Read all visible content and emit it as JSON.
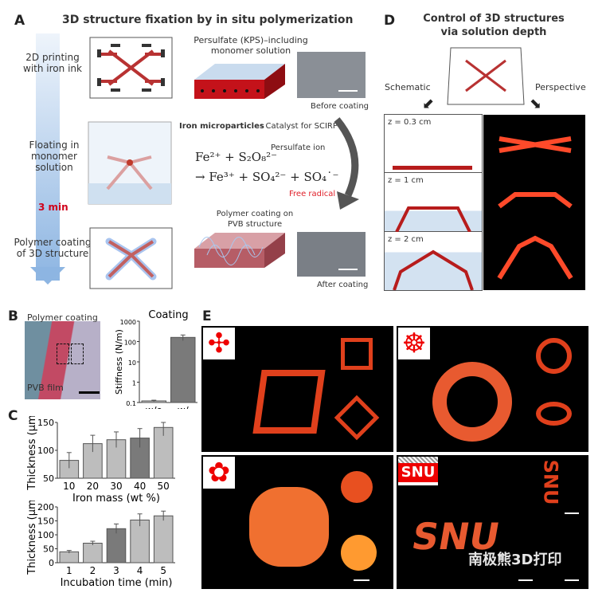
{
  "panelA": {
    "label": "A",
    "title": "3D structure fixation by in situ polymerization",
    "steps": [
      "2D printing with iron ink",
      "Floating in monomer solution",
      "Polymer coating of 3D structure"
    ],
    "time": "3 min",
    "solution_label": "Persulfate (KPS)–including monomer solution",
    "iron_label": "Iron microparticles",
    "iron_desc": ": Catalyst for SCIRP",
    "persulfate_ion": "Persulfate ion",
    "eq1": "Fe²⁺ + S₂O₈²⁻",
    "eq2": "→ Fe³⁺ + SO₄²⁻ + SO₄˙⁻",
    "free_radical": "Free radical",
    "coating_label": "Polymer coating on PVB structure",
    "before": "Before coating",
    "after": "After coating"
  },
  "panelD": {
    "label": "D",
    "title1": "Control of 3D structures",
    "title2": "via solution depth",
    "schematic": "Schematic",
    "perspective": "Perspective",
    "rows": [
      "z = 0.3 cm",
      "z = 1 cm",
      "z = 2 cm"
    ]
  },
  "panelB": {
    "label": "B",
    "polymer": "Polymer coating",
    "pvb": "PVB film"
  },
  "panelC": {
    "label": "C"
  },
  "panelE": {
    "label": "E",
    "logo_text": "SNU"
  },
  "watermark": "南极熊3D打印",
  "colors": {
    "red": "#c0392b",
    "bar_light": "#bdbdbd",
    "bar_dark": "#7a7a7a"
  },
  "chart_data": [
    {
      "type": "bar",
      "title": "Coating",
      "ylabel": "Stiffness (N/m)",
      "yscale": "log",
      "ylim": [
        0.1,
        1000
      ],
      "yticks": [
        "0.1",
        "1",
        "10",
        "100",
        "1000"
      ],
      "categories": [
        "w/o",
        "w/"
      ],
      "values": [
        0.12,
        160
      ],
      "errors": [
        0.01,
        50
      ]
    },
    {
      "type": "bar",
      "xlabel": "Iron mass (wt %)",
      "ylabel": "Thickness (μm)",
      "ylim": [
        50,
        150
      ],
      "yticks": [
        "50",
        "100",
        "150"
      ],
      "categories": [
        "10",
        "20",
        "30",
        "40",
        "50"
      ],
      "values": [
        82,
        112,
        119,
        122,
        141
      ],
      "errors": [
        14,
        15,
        14,
        17,
        15
      ],
      "highlight": 3
    },
    {
      "type": "bar",
      "xlabel": "Incubation time (min)",
      "ylabel": "Thickness (μm)",
      "ylim": [
        0,
        200
      ],
      "yticks": [
        "0",
        "50",
        "100",
        "150",
        "200"
      ],
      "categories": [
        "1",
        "2",
        "3",
        "4",
        "5"
      ],
      "values": [
        39,
        70,
        122,
        153,
        168
      ],
      "errors": [
        5,
        7,
        17,
        22,
        17
      ],
      "highlight": 2
    }
  ]
}
